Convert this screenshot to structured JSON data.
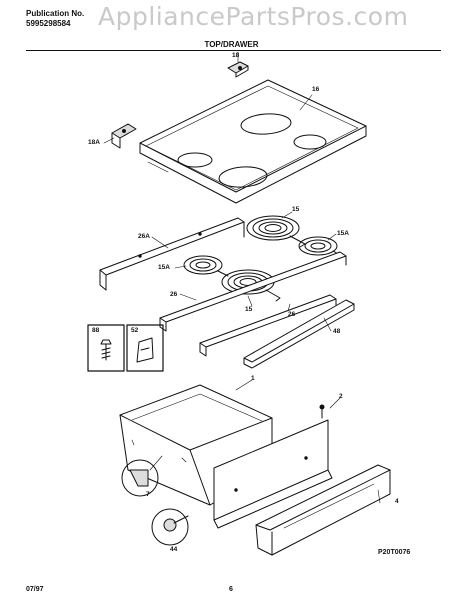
{
  "header": {
    "publication_label": "Publication No.",
    "publication_number": "5995298584",
    "watermark": "AppliancePartsPros.com",
    "section_title": "TOP/DRAWER"
  },
  "callouts": [
    {
      "id": "c18",
      "label": "18"
    },
    {
      "id": "c16",
      "label": "16"
    },
    {
      "id": "c18A",
      "label": "18A"
    },
    {
      "id": "c15",
      "label": "15"
    },
    {
      "id": "c15A_r",
      "label": "15A"
    },
    {
      "id": "c26A",
      "label": "26A"
    },
    {
      "id": "c15A_l",
      "label": "15A"
    },
    {
      "id": "c26_l",
      "label": "26"
    },
    {
      "id": "c15_c",
      "label": "15"
    },
    {
      "id": "c26_r",
      "label": "26"
    },
    {
      "id": "c48",
      "label": "48"
    },
    {
      "id": "c88",
      "label": "88"
    },
    {
      "id": "c52",
      "label": "52"
    },
    {
      "id": "c1",
      "label": "1"
    },
    {
      "id": "c2",
      "label": "2"
    },
    {
      "id": "c7",
      "label": "7"
    },
    {
      "id": "c4",
      "label": "4"
    },
    {
      "id": "c44",
      "label": "44"
    }
  ],
  "figure_ref": "P20T0076",
  "footer": {
    "date": "07/97",
    "page": "6"
  }
}
